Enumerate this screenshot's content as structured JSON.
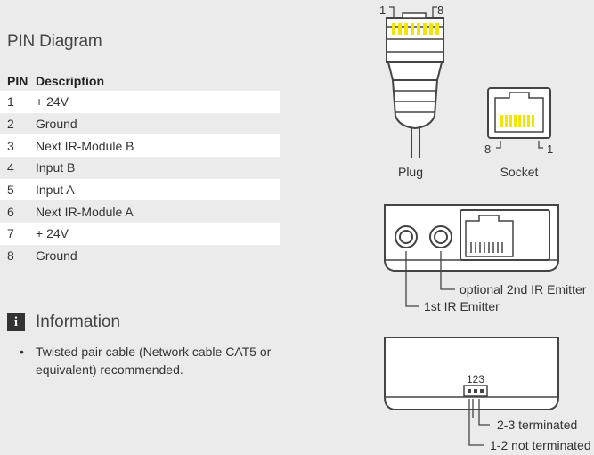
{
  "title": "PIN Diagram",
  "table": {
    "headers": [
      "PIN",
      "Description"
    ],
    "rows": [
      {
        "pin": "1",
        "desc": "+ 24V"
      },
      {
        "pin": "2",
        "desc": "Ground"
      },
      {
        "pin": "3",
        "desc": "Next IR-Module B"
      },
      {
        "pin": "4",
        "desc": "Input B"
      },
      {
        "pin": "5",
        "desc": "Input A"
      },
      {
        "pin": "6",
        "desc": "Next IR-Module A"
      },
      {
        "pin": "7",
        "desc": "+ 24V"
      },
      {
        "pin": "8",
        "desc": "Ground"
      }
    ]
  },
  "info": {
    "icon": "i",
    "title": "Information",
    "items": [
      "Twisted pair cable (Network cable CAT5 or equivalent) recommended."
    ]
  },
  "diagram": {
    "plug": {
      "pin_first": "1",
      "pin_last": "8",
      "label": "Plug"
    },
    "socket": {
      "pin_left": "8",
      "pin_right": "1",
      "label": "Socket"
    },
    "module": {
      "emitter2": "optional 2nd IR Emitter",
      "emitter1": "1st IR Emitter"
    },
    "jumper": {
      "pins": "123",
      "opt1": "2-3 terminated",
      "opt2": "1-2 not terminated"
    }
  },
  "colors": {
    "accent_yellow": "#f2e600",
    "background": "#ebebeb"
  }
}
